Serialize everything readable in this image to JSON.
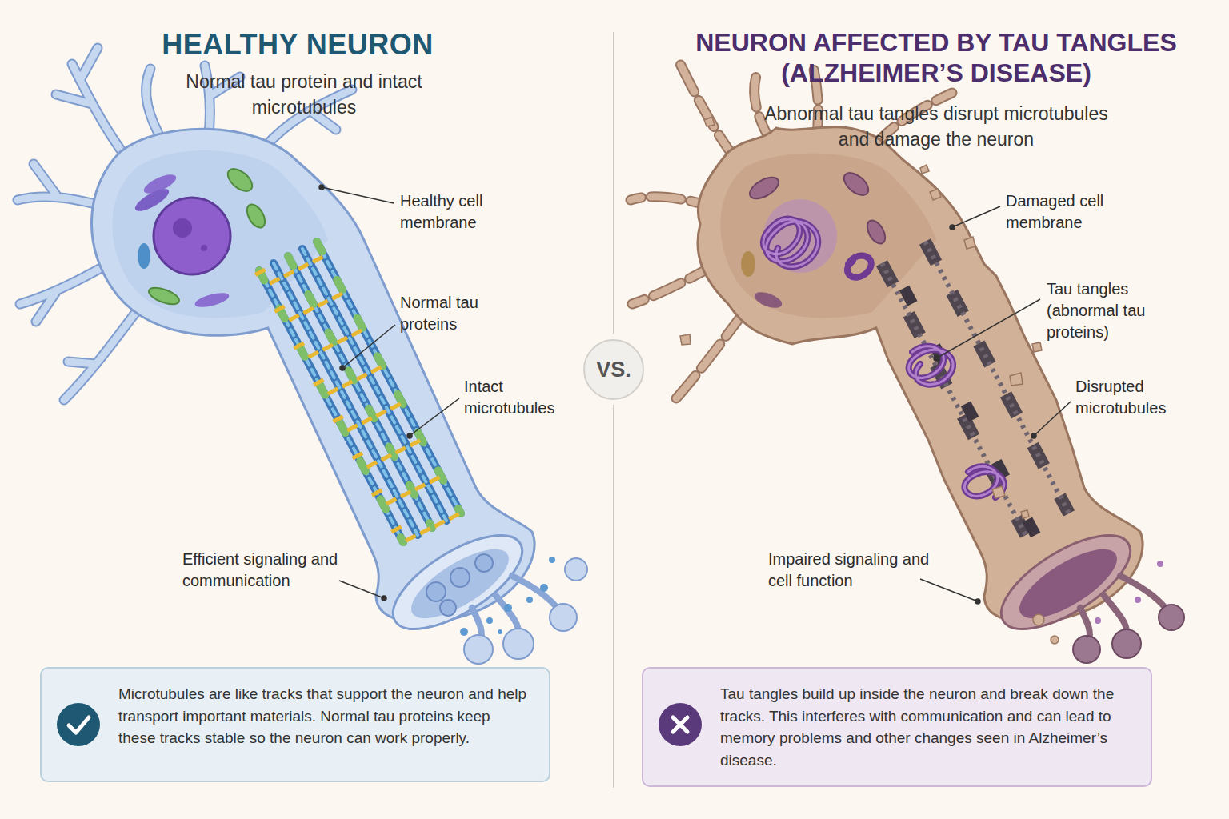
{
  "diagram": {
    "nodes": [
      {
        "text": [
          "VS."
        ]
      },
      {
        "text": [
          "Microtubules are like tracks that support the neuron and help transport important materials. Normal tau proteins keep these tracks stable so the neuron can work properly."
        ]
      },
      {
        "text": [
          "Tau tangles build up inside the neuron and break down the tracks. This interferes with communication and can lead to memory problems and other changes seen in Alzheimer’s disease."
        ]
      }
    ],
    "labels": [
      "HEALTHY NEURON",
      "Normal tau protein and intact microtubules",
      "Healthy cell membrane",
      "Normal tau proteins",
      "Intact microtubules",
      "Efficient signaling and communication",
      "NEURON AFFECTED BY TAU TANGLES (ALZHEIMER’S DISEASE)",
      "Abnormal tau tangles disrupt microtubules and damage the neuron",
      "Damaged cell membrane",
      "Tau tangles (abnormal tau proteins)",
      "Disrupted microtubules",
      "Impaired signaling and cell function"
    ]
  }
}
